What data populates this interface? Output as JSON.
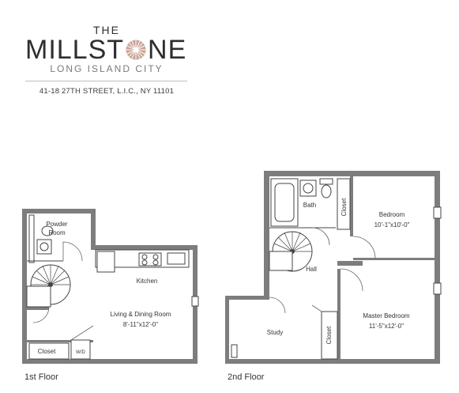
{
  "header": {
    "the": "THE",
    "name_left": "MILLST",
    "name_right": "NE",
    "city": "LONG ISLAND CITY",
    "address": "41-18 27TH STREET, L.I.C., NY 11101"
  },
  "floor1": {
    "label": "1st Floor",
    "powder_room_line1": "Powder",
    "powder_room_line2": "Room",
    "kitchen": "Kitchen",
    "living_name": "Living & Dining Room",
    "living_dims": "8'-11\"x12'-0\"",
    "closet": "Closet",
    "wd": "W/D"
  },
  "floor2": {
    "label": "2nd Floor",
    "bath": "Bath",
    "closet_top": "Closet",
    "bedroom_name": "Bedroom",
    "bedroom_dims": "10'-1\"x10'-0\"",
    "hall": "Hall",
    "study": "Study",
    "closet_bottom": "Closet",
    "master_name": "Master Bedroom",
    "master_dims": "11'-5\"x12'-0\""
  },
  "colors": {
    "wall": "#5a5a5a",
    "wall_fill": "#7d7d7d",
    "line": "#444444"
  }
}
